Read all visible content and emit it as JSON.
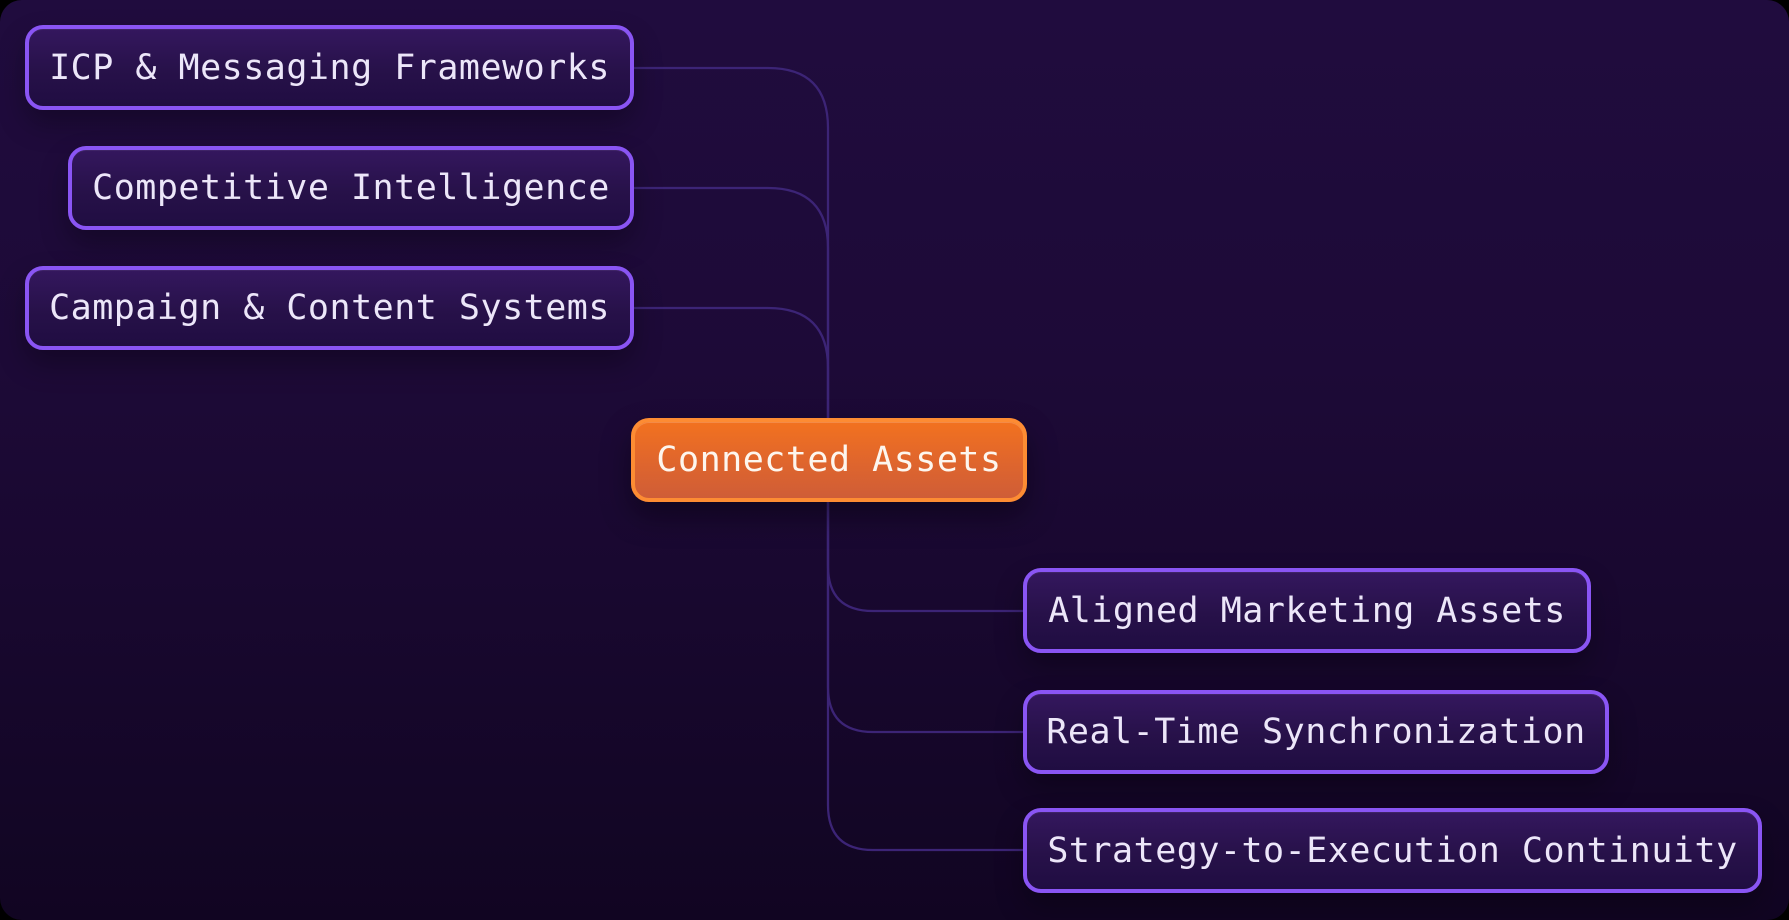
{
  "diagram": {
    "type": "mindmap",
    "root": {
      "label": "Connected Assets"
    },
    "left_nodes": [
      {
        "label": "ICP & Messaging Frameworks"
      },
      {
        "label": "Competitive Intelligence"
      },
      {
        "label": "Campaign & Content Systems"
      }
    ],
    "right_nodes": [
      {
        "label": "Aligned Marketing Assets"
      },
      {
        "label": "Real-Time Synchronization"
      },
      {
        "label": "Strategy-to-Execution Continuity"
      }
    ],
    "edges": [
      {
        "from": "ICP & Messaging Frameworks",
        "to": "Connected Assets"
      },
      {
        "from": "Competitive Intelligence",
        "to": "Connected Assets"
      },
      {
        "from": "Campaign & Content Systems",
        "to": "Connected Assets"
      },
      {
        "from": "Connected Assets",
        "to": "Aligned Marketing Assets"
      },
      {
        "from": "Connected Assets",
        "to": "Real-Time Synchronization"
      },
      {
        "from": "Connected Assets",
        "to": "Strategy-to-Execution Continuity"
      }
    ]
  },
  "colors": {
    "canvas_background_top": "#200c3e",
    "canvas_background_bottom": "#110522",
    "branch_node_border": "#8a55f4",
    "branch_node_fill_top": "#34175e",
    "branch_node_fill_bottom": "#200d42",
    "branch_node_text": "#ece6f9",
    "root_node_border": "#fd8c33",
    "root_node_fill_top": "#f2721f",
    "root_node_fill_bottom": "#cf5d37",
    "root_node_text": "#fdf6ee",
    "connector_line": "#3c2476"
  }
}
